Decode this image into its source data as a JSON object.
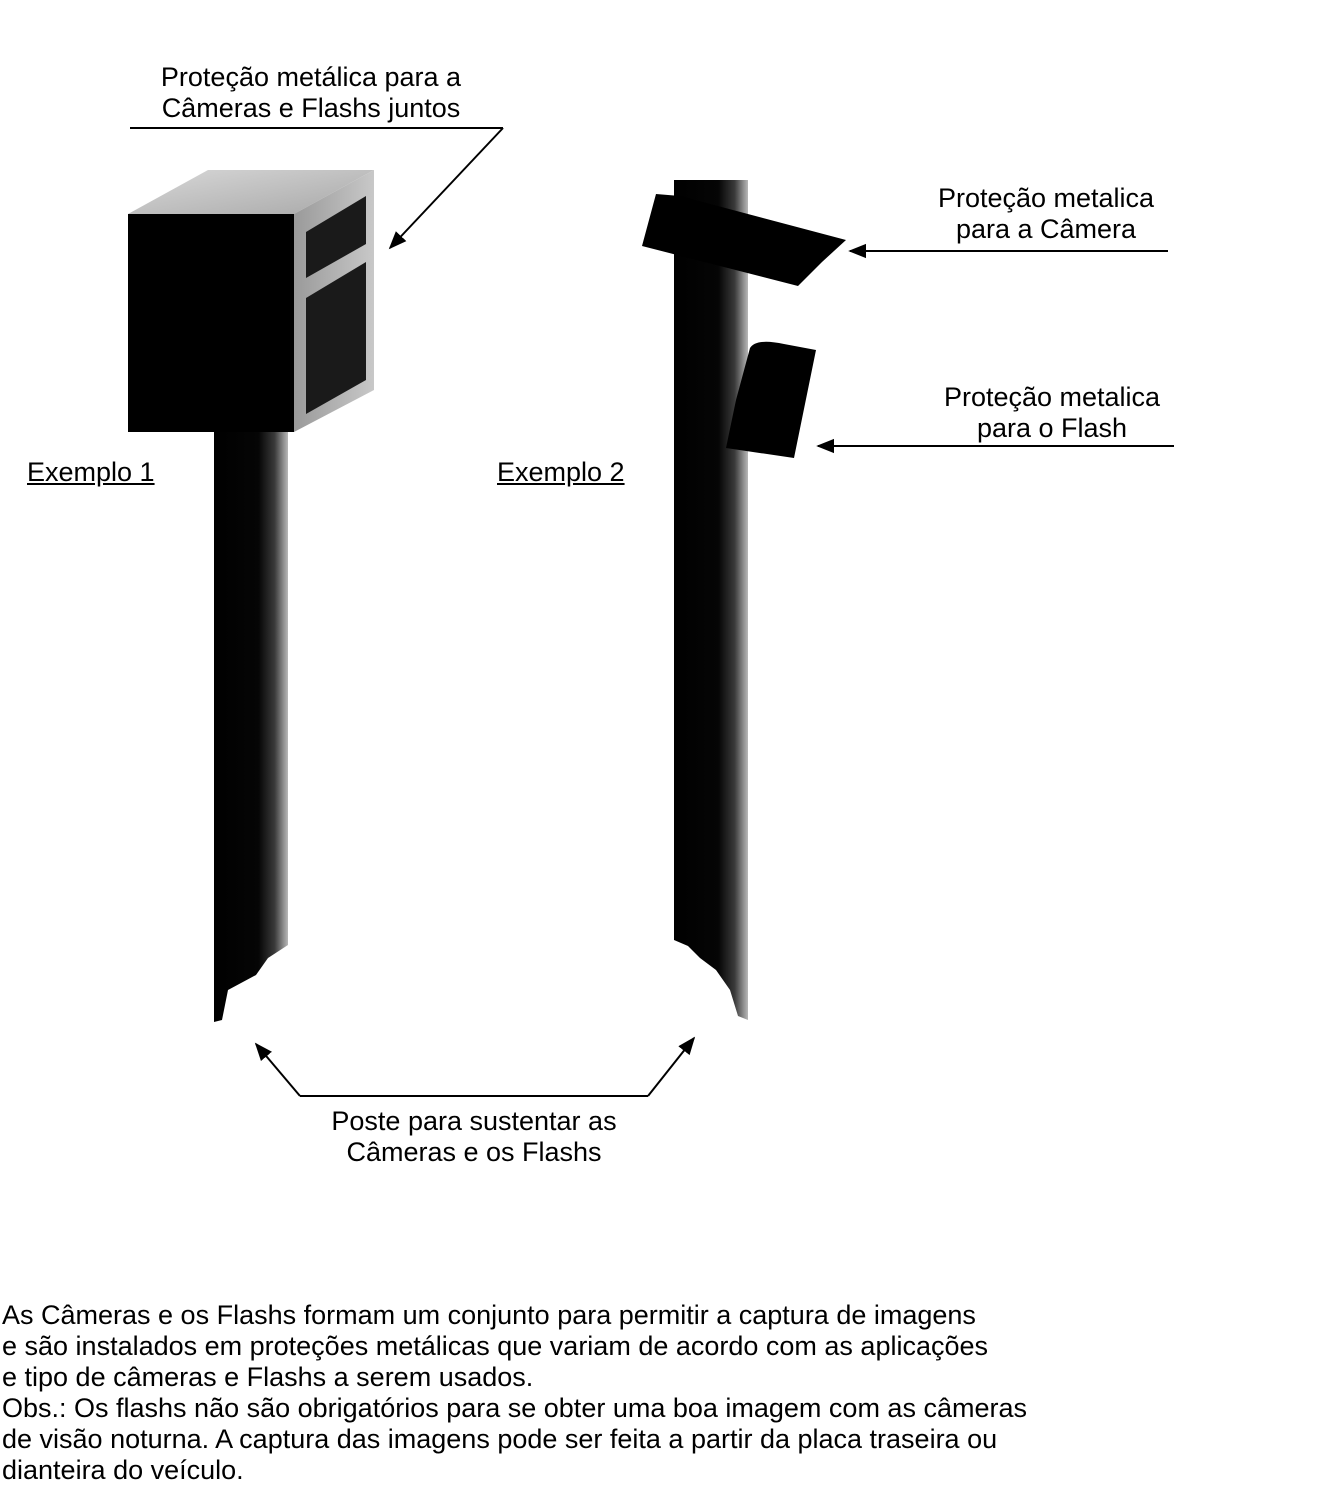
{
  "labels": {
    "top_box_line1": "Proteção metálica para a",
    "top_box_line2": "Câmeras e Flashs juntos",
    "camera_line1": "Proteção metalica",
    "camera_line2": "para a Câmera",
    "flash_line1": "Proteção metalica",
    "flash_line2": "para o Flash",
    "example1": "Exemplo 1",
    "example2": "Exemplo 2",
    "pole_line1": "Poste para sustentar as",
    "pole_line2": "Câmeras e os Flashs"
  },
  "caption": {
    "lines": [
      "As Câmeras e os Flashs formam um conjunto para permitir a captura de imagens",
      "e são instalados em proteções metálicas que variam de acordo com as aplicações",
      "e tipo de câmeras e Flashs a serem usados.",
      "Obs.: Os flashs não são obrigatórios para se obter uma boa imagem com as câmeras",
      "de visão noturna. A captura das imagens pode ser feita a partir da placa traseira ou",
      "dianteira do veículo."
    ]
  },
  "colors": {
    "ink": "#000000",
    "shade": "#8a8a8a",
    "light": "#d0d0d0"
  }
}
